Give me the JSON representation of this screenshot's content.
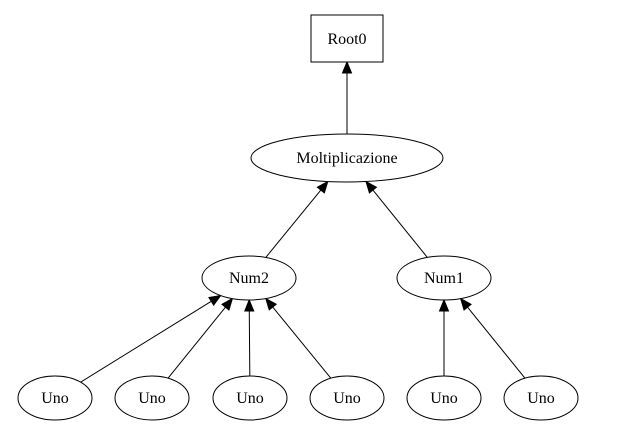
{
  "colors": {
    "root_border": "#0000cc",
    "node_border": "#000000",
    "edge": "#000000",
    "text": "#000000",
    "background": "#ffffff"
  },
  "nodes": {
    "root": {
      "label": "Root0",
      "shape": "box"
    },
    "mult": {
      "label": "Moltiplicazione",
      "shape": "ellipse"
    },
    "num2": {
      "label": "Num2",
      "shape": "ellipse"
    },
    "num1": {
      "label": "Num1",
      "shape": "ellipse"
    },
    "uno1": {
      "label": "Uno",
      "shape": "ellipse"
    },
    "uno2": {
      "label": "Uno",
      "shape": "ellipse"
    },
    "uno3": {
      "label": "Uno",
      "shape": "ellipse"
    },
    "uno4": {
      "label": "Uno",
      "shape": "ellipse"
    },
    "uno5": {
      "label": "Uno",
      "shape": "ellipse"
    },
    "uno6": {
      "label": "Uno",
      "shape": "ellipse"
    }
  },
  "edges": [
    {
      "from": "mult",
      "to": "root"
    },
    {
      "from": "num2",
      "to": "mult"
    },
    {
      "from": "num1",
      "to": "mult"
    },
    {
      "from": "uno1",
      "to": "num2"
    },
    {
      "from": "uno2",
      "to": "num2"
    },
    {
      "from": "uno3",
      "to": "num2"
    },
    {
      "from": "uno4",
      "to": "num2"
    },
    {
      "from": "uno5",
      "to": "num1"
    },
    {
      "from": "uno6",
      "to": "num1"
    }
  ]
}
